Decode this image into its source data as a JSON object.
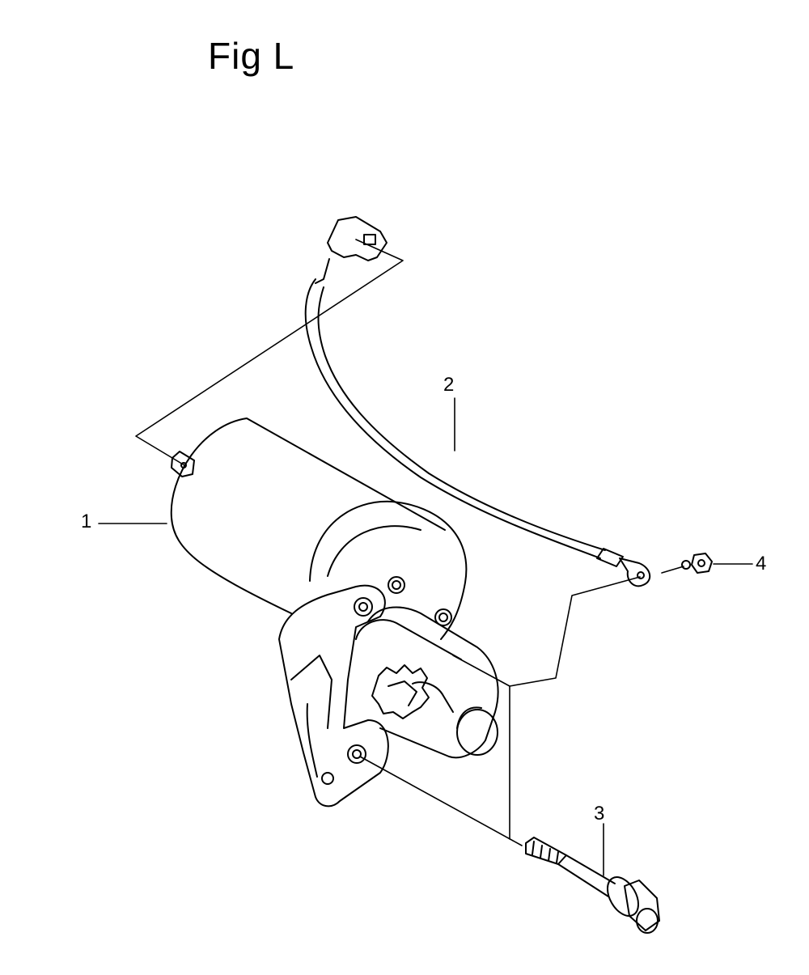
{
  "figure": {
    "title": "Fig L"
  },
  "callouts": [
    {
      "id": "1",
      "label": "1"
    },
    {
      "id": "2",
      "label": "2"
    },
    {
      "id": "3",
      "label": "3"
    },
    {
      "id": "4",
      "label": "4"
    }
  ]
}
